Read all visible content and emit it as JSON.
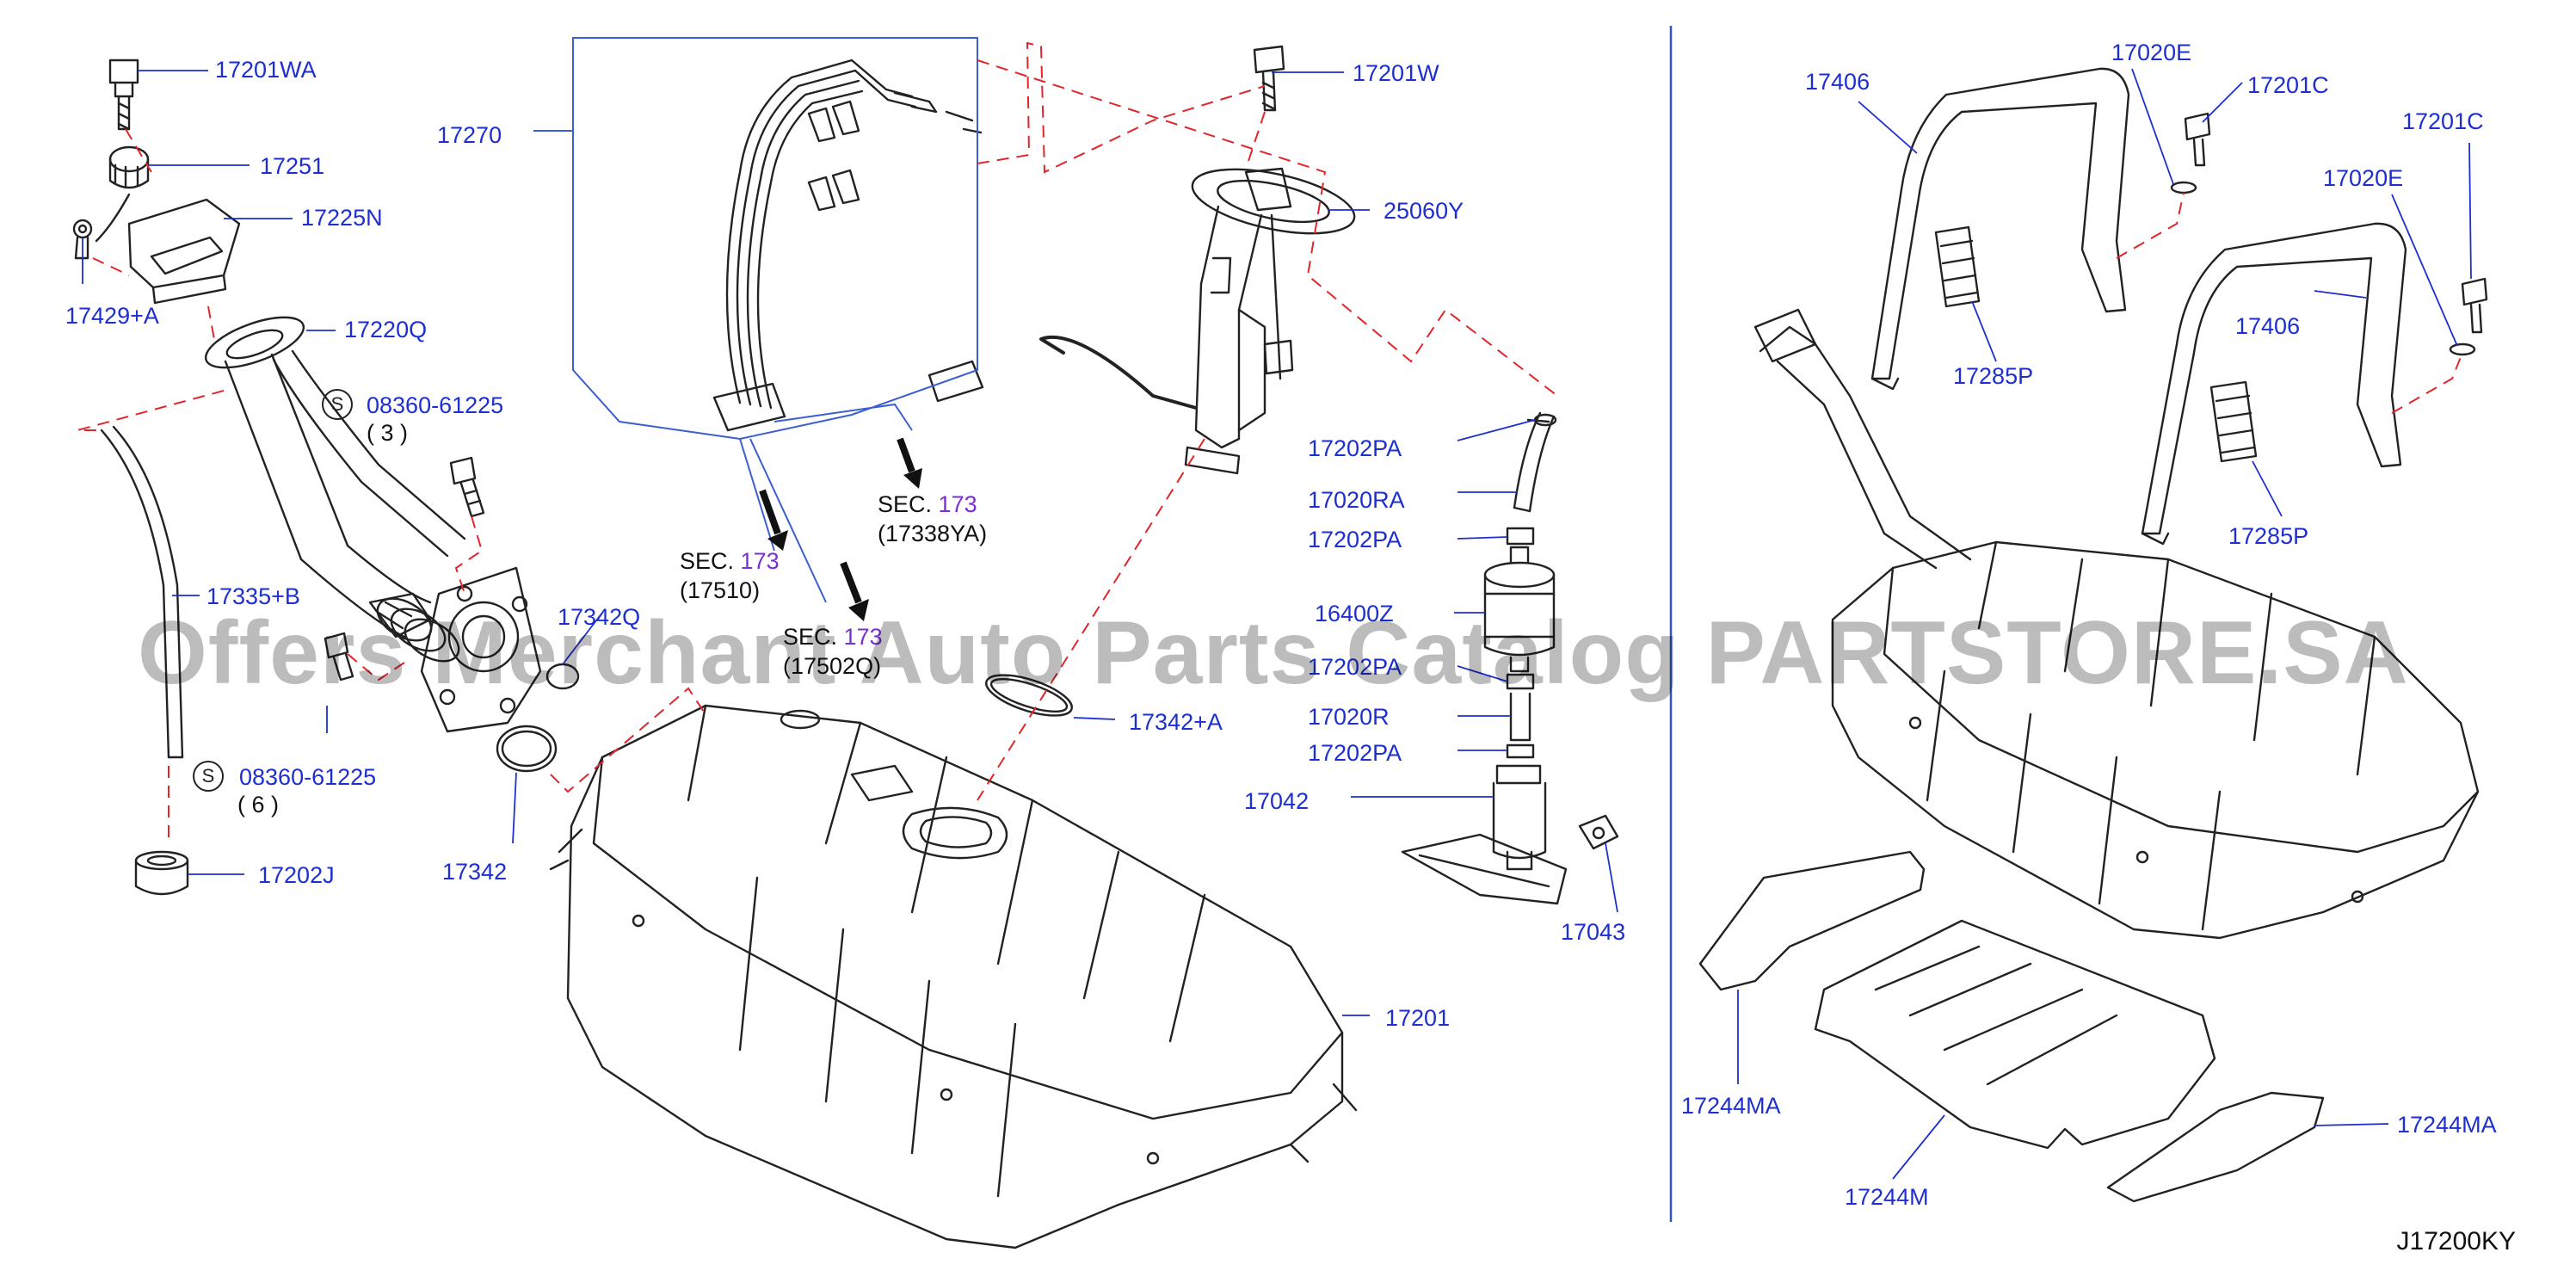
{
  "diagram": {
    "drawing_code": "J17200KY",
    "watermark": "Offers Merchant Auto Parts Catalog PARTSTORE.SA",
    "colors": {
      "label": "#1d2fd0",
      "section_number": "#7a2fd6",
      "dashed": "#e0262a",
      "leader": "#1d2fd0",
      "frame": "#3b5fcf",
      "line_art": "#222222"
    },
    "callouts": [
      {
        "id": "p1",
        "text": "17201WA"
      },
      {
        "id": "p2",
        "text": "17251"
      },
      {
        "id": "p3",
        "text": "17225N"
      },
      {
        "id": "p4",
        "text": "17429+A"
      },
      {
        "id": "p5",
        "text": "17220Q"
      },
      {
        "id": "p6",
        "text": "08360-61225"
      },
      {
        "id": "p7",
        "text": "( 3 )"
      },
      {
        "id": "p8",
        "text": "17335+B"
      },
      {
        "id": "p9",
        "text": "08360-61225"
      },
      {
        "id": "p10",
        "text": "( 6 )"
      },
      {
        "id": "p11",
        "text": "17202J"
      },
      {
        "id": "p12",
        "text": "17342Q"
      },
      {
        "id": "p13",
        "text": "17342"
      },
      {
        "id": "p14",
        "text": "17270"
      },
      {
        "id": "p15",
        "text": "17201W"
      },
      {
        "id": "p16",
        "text": "25060Y"
      },
      {
        "id": "p17",
        "text": "17202PA"
      },
      {
        "id": "p18",
        "text": "17020RA"
      },
      {
        "id": "p19",
        "text": "17202PA"
      },
      {
        "id": "p20",
        "text": "16400Z"
      },
      {
        "id": "p21",
        "text": "17202PA"
      },
      {
        "id": "p22",
        "text": "17020R"
      },
      {
        "id": "p23",
        "text": "17202PA"
      },
      {
        "id": "p24",
        "text": "17042"
      },
      {
        "id": "p25",
        "text": "17043"
      },
      {
        "id": "p26",
        "text": "17342+A"
      },
      {
        "id": "p27",
        "text": "17201"
      },
      {
        "id": "p28",
        "text": "17406"
      },
      {
        "id": "p29",
        "text": "17020E"
      },
      {
        "id": "p30",
        "text": "17201C"
      },
      {
        "id": "p31",
        "text": "17201C"
      },
      {
        "id": "p32",
        "text": "17020E"
      },
      {
        "id": "p33",
        "text": "17406"
      },
      {
        "id": "p34",
        "text": "17285P"
      },
      {
        "id": "p35",
        "text": "17285P"
      },
      {
        "id": "p36",
        "text": "17244MA"
      },
      {
        "id": "p37",
        "text": "17244MA"
      },
      {
        "id": "p38",
        "text": "17244M"
      }
    ],
    "symbol_s": "S",
    "section_refs": [
      {
        "id": "s1",
        "prefix": "SEC.",
        "number": "173",
        "code": "(17510)"
      },
      {
        "id": "s2",
        "prefix": "SEC.",
        "number": "173",
        "code": "(17338YA)"
      },
      {
        "id": "s3",
        "prefix": "SEC.",
        "number": "173",
        "code": "(17502Q)"
      }
    ]
  }
}
